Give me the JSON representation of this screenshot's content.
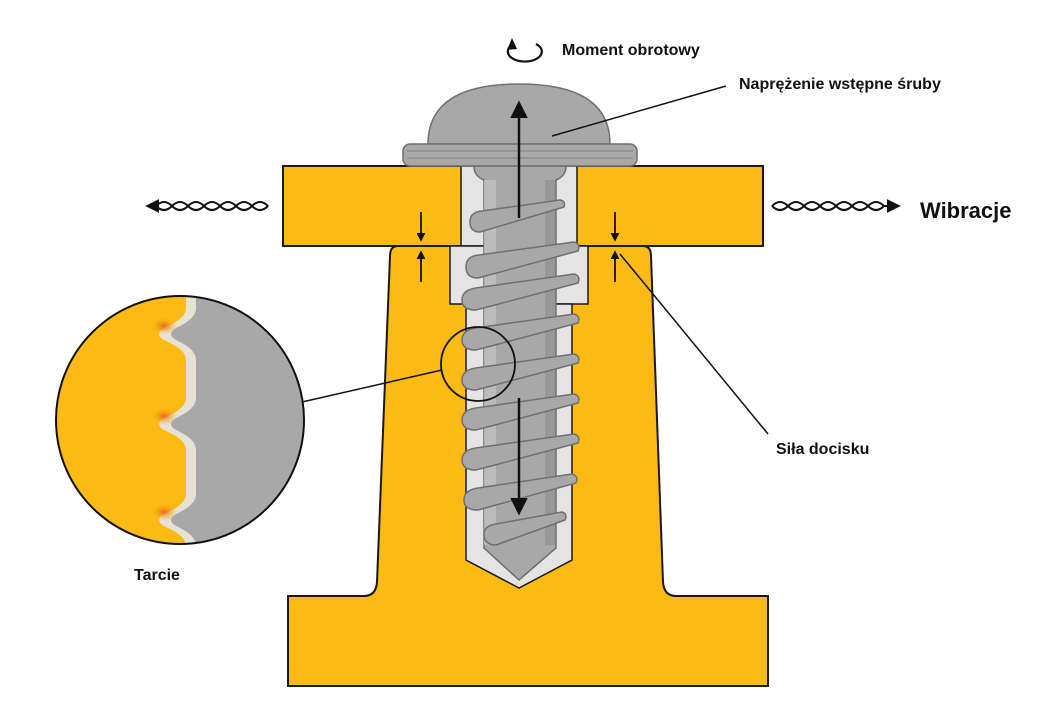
{
  "labels": {
    "torque": "Moment obrotowy",
    "preload": "Naprężenie wstępne śruby",
    "vibration": "Wibracje",
    "clamp_force": "Siła docisku",
    "friction": "Tarcie"
  },
  "colors": {
    "part_fill": "#FBBA14",
    "part_stroke": "#1a1a1a",
    "screw_fill": "#A8A8A8",
    "screw_dark": "#8E8E8E",
    "screw_light": "#C4C4C4",
    "hole_fill": "#E4E4E4",
    "friction_glow": "#E8651E",
    "background": "#FFFFFF"
  },
  "icons": {
    "torque": "rotation-arrow-icon",
    "vibration": "wavy-arrow-icon"
  }
}
